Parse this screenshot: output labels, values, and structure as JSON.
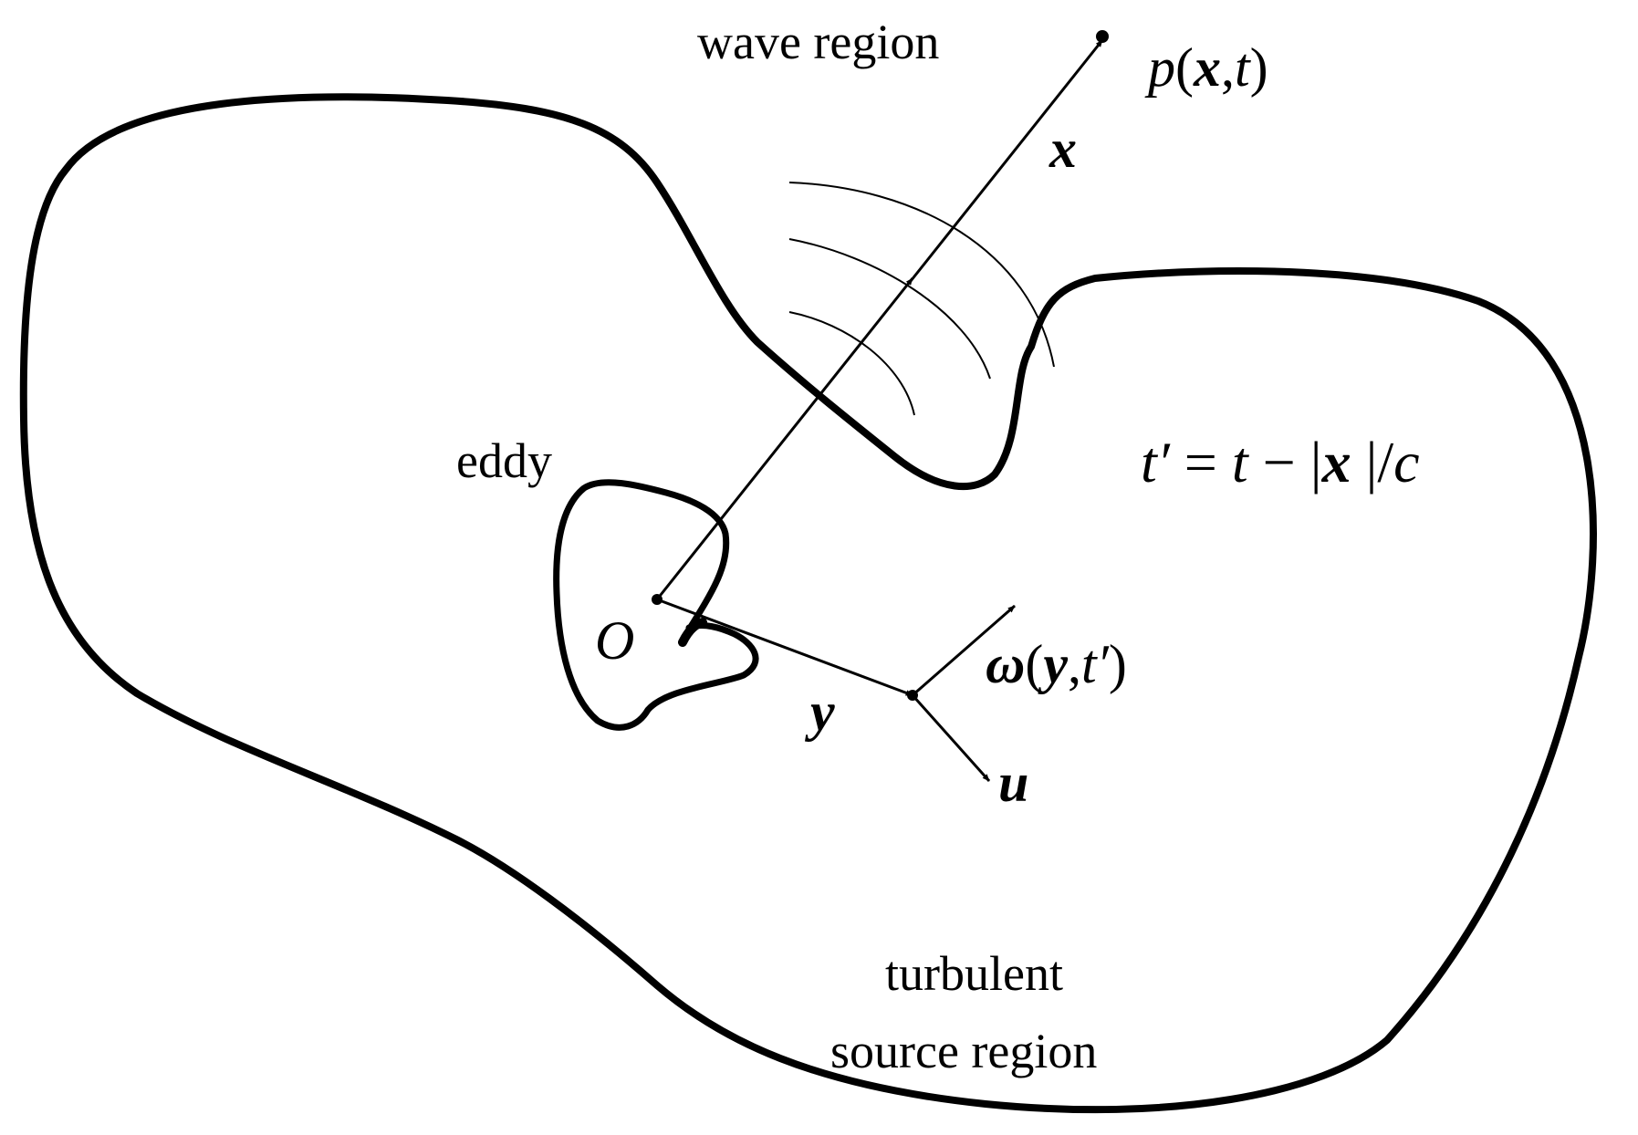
{
  "labels": {
    "wave_region": "wave region",
    "eddy": "eddy",
    "origin": "O",
    "turbulent_line1": "turbulent",
    "turbulent_line2": "source region"
  },
  "math": {
    "pressure": {
      "func": "p",
      "open": "(",
      "vec": "x",
      "sep": ",",
      "var": "t",
      "close": ")"
    },
    "x_vector": "x",
    "y_vector": "y",
    "u_vector": "u",
    "vorticity": {
      "func": "ω",
      "open": "(",
      "vec": "y",
      "sep": ",",
      "var": "t′",
      "close": ")"
    },
    "retarded_time": {
      "lhs": "t′",
      "eq": " = ",
      "t": "t",
      "minus": " − |",
      "vec": "x",
      "rest": " |/",
      "c": "c"
    }
  },
  "colors": {
    "ink": "#000000",
    "background": "#ffffff"
  }
}
